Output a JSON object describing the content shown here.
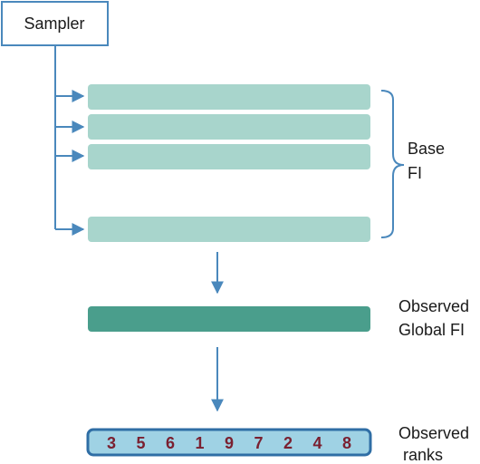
{
  "sampler": {
    "label": "Sampler"
  },
  "base_fi": {
    "label_line1": "Base",
    "label_line2": "FI",
    "bar_count": 4
  },
  "global_fi": {
    "label_line1": "Observed",
    "label_line2": "Global FI"
  },
  "ranks": {
    "label_line1": "Observed",
    "label_line2": "ranks",
    "values": [
      "3",
      "5",
      "6",
      "1",
      "9",
      "7",
      "2",
      "4",
      "8"
    ]
  },
  "colors": {
    "box_border": "#4a88bc",
    "arrow": "#4a88bc",
    "bracket": "#4a88bc",
    "base_bar": "#a8d5cc",
    "global_bar": "#4a9e8c",
    "ranks_fill": "#9fd2e4",
    "ranks_border": "#2f6ea5",
    "rank_text": "#7a2030"
  }
}
